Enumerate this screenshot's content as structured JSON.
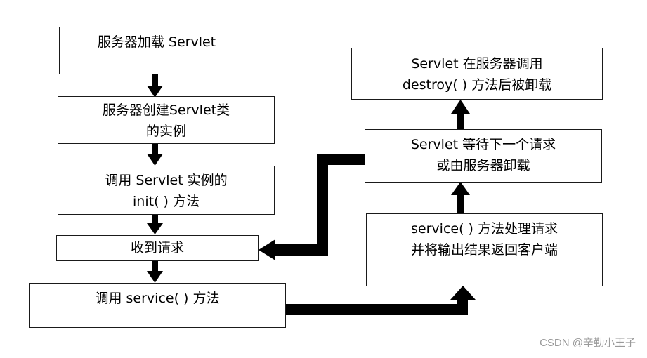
{
  "left_flow": {
    "load": "服务器加载 Servlet",
    "create": [
      "服务器创建Servlet类",
      "的实例"
    ],
    "init": [
      "调用 Servlet 实例的",
      "init( ) 方法"
    ],
    "receive": "收到请求",
    "call_service": "调用 service( ) 方法"
  },
  "right_flow": {
    "process": [
      "service( ) 方法处理请求",
      "并将输出结果返回客户端"
    ],
    "wait": [
      "Servlet 等待下一个请求",
      "或由服务器卸载"
    ],
    "destroy": [
      "Servlet 在服务器调用",
      "destroy( ) 方法后被卸载"
    ]
  },
  "watermark": "CSDN @辛勤小王子"
}
